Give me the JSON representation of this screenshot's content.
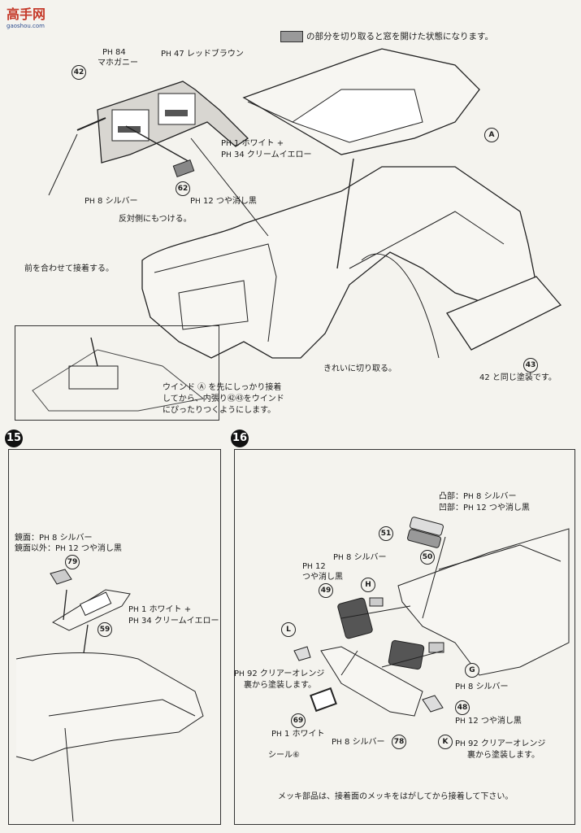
{
  "watermark": {
    "logo": "高手网",
    "url": "gaoshou.com"
  },
  "note_top": "の部分を切り取ると窓を開けた状態になります。",
  "step14": {
    "parts": {
      "p42": "42",
      "p43": "43",
      "p62": "62",
      "pA": "A"
    },
    "paint": {
      "mahogany_code": "84",
      "mahogany": "マホガニー",
      "redbrown_code": "47",
      "redbrown": "レッドブラウン",
      "white_code": "1",
      "white": "ホワイト +",
      "cream_code": "34",
      "cream": "クリームイエロー",
      "silver_code": "8",
      "silver": "シルバー",
      "flatblack_code": "12",
      "flatblack": "つや消し黒"
    },
    "notes": {
      "opposite": "反対側にもつける。",
      "align_front": "前を合わせて接着する。",
      "cut_clean": "きれいに切り取る。",
      "same_paint": "と同じ塗装です。",
      "same_ref": "42",
      "window_1": "ウインド",
      "window_1b": "を先にしっかり接着",
      "window_2": "してから、内張り",
      "window_2b": "をウインド",
      "window_3": "にぴったりつくようにします。"
    }
  },
  "step15": {
    "number": "15",
    "parts": {
      "p79": "79",
      "p59": "59"
    },
    "labels": {
      "mirror": "鏡面：",
      "mirror_code": "8",
      "mirror_paint": "シルバー",
      "nonmirror": "鏡面以外：",
      "nonmirror_code": "12",
      "nonmirror_paint": "つや消し黒",
      "white_code": "1",
      "white": "ホワイト +",
      "cream_code": "34",
      "cream": "クリームイエロー"
    }
  },
  "step16": {
    "number": "16",
    "parts": {
      "p51": "51",
      "p50": "50",
      "p49": "49",
      "p48": "48",
      "p69": "69",
      "p78": "78",
      "H": "H",
      "L": "L",
      "G": "G",
      "K": "K"
    },
    "labels": {
      "convex": "凸部：",
      "convex_code": "8",
      "convex_paint": "シルバー",
      "concave": "凹部：",
      "concave_code": "12",
      "concave_paint": "つや消し黒",
      "silver_code": "8",
      "silver": "シルバー",
      "flat_code": "12",
      "flat": "つや消し黒",
      "orange_code": "92",
      "orange": "クリアーオレンジ",
      "orange_back": "裏から塗装します。",
      "white_code": "1",
      "white": "ホワイト",
      "seal": "シール⑥",
      "chrome_note": "メッキ部品は、接着面のメッキをはがしてから接着して下さい。"
    }
  }
}
